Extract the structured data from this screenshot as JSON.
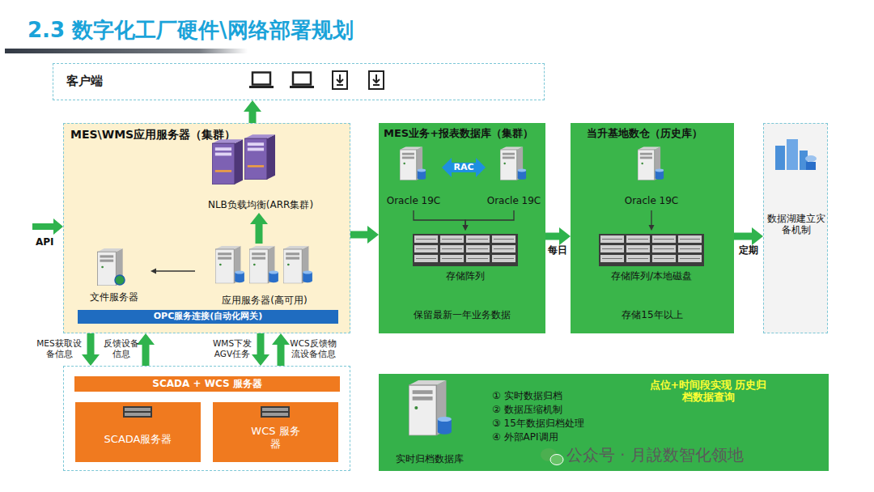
{
  "diagram": {
    "title": "2.3 数字化工厂硬件\\网络部署规划",
    "nodes": [
      {
        "text": [
          "客户端"
        ]
      },
      {
        "text": [
          "MES\\WMS应用服务器（集群）"
        ]
      },
      {
        "text": [
          "NLB负载均衡(ARR集群)"
        ],
        "in": 1
      },
      {
        "text": [
          "文件服务器"
        ],
        "in": 1
      },
      {
        "text": [
          "应用服务器(高可用)"
        ],
        "in": 1
      },
      {
        "text": [
          "OPC服务连接(自动化网关)"
        ],
        "in": 1
      },
      {
        "text": [
          "MES业务+报表数据库（集群）",
          "保留最新一年业务数据"
        ]
      },
      {
        "text": [
          "Oracle 19C"
        ],
        "in": 6
      },
      {
        "text": [
          "Oracle 19C"
        ],
        "in": 6
      },
      {
        "text": [
          "存储阵列"
        ],
        "in": 6
      },
      {
        "text": [
          "当升基地数仓（历史库）",
          "存储15年以上"
        ]
      },
      {
        "text": [
          "Oracle 19C"
        ],
        "in": 10
      },
      {
        "text": [
          "存储阵列/本地磁盘"
        ],
        "in": 10
      },
      {
        "text": [
          "数据湖建立灾备机制"
        ]
      },
      {
        "text": [
          "SCADA + WCS 服务器"
        ]
      },
      {
        "text": [
          "SCADA服务器"
        ],
        "in": 14
      },
      {
        "text": [
          "WCS 服务器"
        ],
        "in": 14
      },
      {
        "text": [
          "实时归档数据库",
          "① 实时数据归档",
          "② 数据压缩机制",
          "③ 15年数据归档处理",
          "④ 外部API调用",
          "点位+时间段实现 历史归档数据查询"
        ]
      }
    ],
    "edges": [
      {
        "from": 1,
        "to": 0,
        "arrow": "to"
      },
      {
        "from": 4,
        "to": 2,
        "arrow": "to"
      },
      {
        "from": 4,
        "to": 3,
        "arrow": "to"
      },
      {
        "from": 1,
        "to": 6,
        "arrow": "to"
      },
      {
        "from": 7,
        "to": 8,
        "arrow": "both",
        "label": "RAC"
      },
      {
        "from": 7,
        "to": 9,
        "arrow": "to"
      },
      {
        "from": 8,
        "to": 9,
        "arrow": "to"
      },
      {
        "from": 6,
        "to": 10,
        "arrow": "to",
        "label": "每日"
      },
      {
        "from": 11,
        "to": 12,
        "arrow": "to"
      },
      {
        "from": 10,
        "to": 13,
        "arrow": "to",
        "label": "定期"
      },
      {
        "from": 1,
        "to": 14,
        "arrow": "to",
        "label": "MES获取设备信息"
      },
      {
        "from": 14,
        "to": 1,
        "arrow": "to",
        "label": "反馈设备信息"
      },
      {
        "from": 1,
        "to": 14,
        "arrow": "to",
        "label": "WMS下发AGV任务"
      },
      {
        "from": 14,
        "to": 1,
        "arrow": "to",
        "label": "WCS反馈物流设备信息"
      }
    ],
    "labels": [
      "API",
      "公众号 · 月說数智化领地"
    ]
  }
}
